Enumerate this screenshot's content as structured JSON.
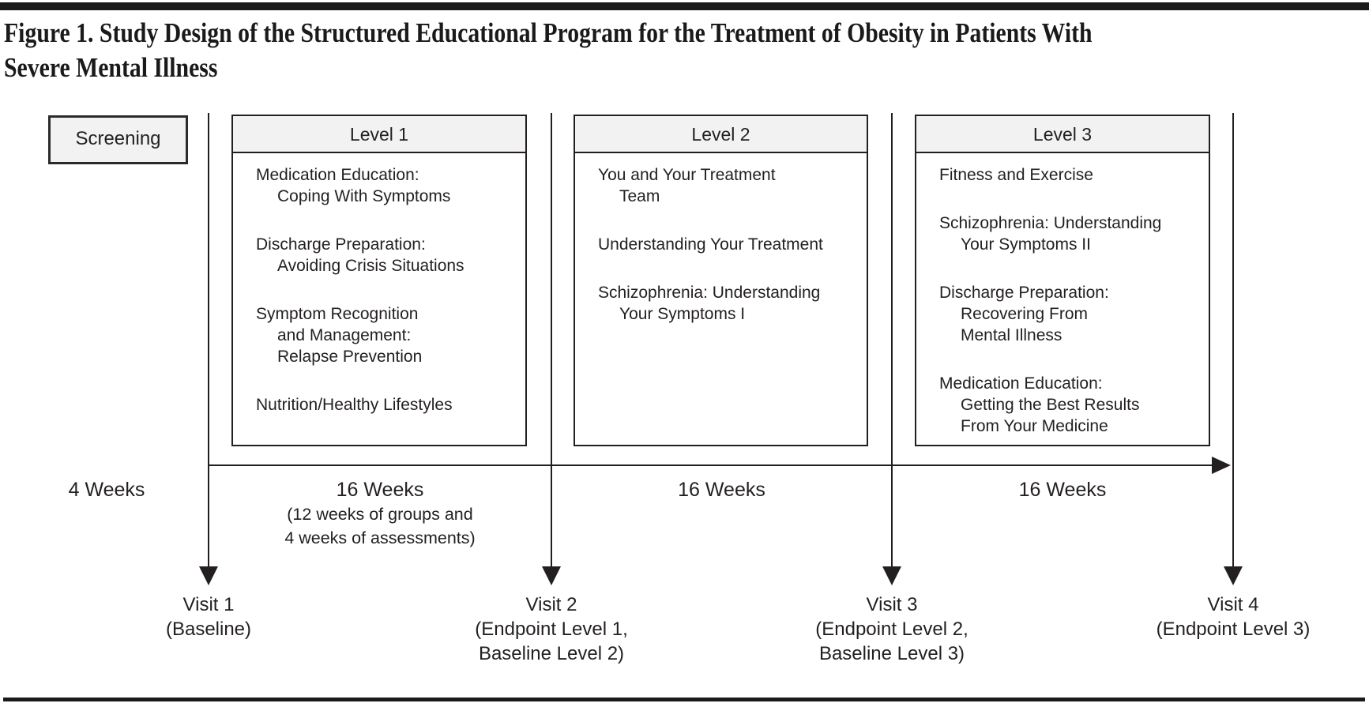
{
  "figure": {
    "title_line1": "Figure 1. Study Design of the Structured Educational Program for the Treatment of Obesity in Patients With",
    "title_line2": "Severe Mental Illness"
  },
  "screening": {
    "label": "Screening"
  },
  "levels": [
    {
      "title": "Level 1",
      "items": [
        [
          "Medication Education:",
          "Coping With Symptoms"
        ],
        [
          "Discharge Preparation:",
          "Avoiding Crisis Situations"
        ],
        [
          "Symptom Recognition",
          "and Management:",
          "Relapse Prevention"
        ],
        [
          "Nutrition/Healthy Lifestyles"
        ]
      ]
    },
    {
      "title": "Level 2",
      "items": [
        [
          "You and Your Treatment",
          "Team"
        ],
        [
          "Understanding Your Treatment"
        ],
        [
          "Schizophrenia: Understanding",
          "Your Symptoms I"
        ]
      ]
    },
    {
      "title": "Level 3",
      "items": [
        [
          "Fitness and Exercise"
        ],
        [
          "Schizophrenia: Understanding",
          "Your Symptoms II"
        ],
        [
          "Discharge Preparation:",
          "Recovering From",
          "Mental Illness"
        ],
        [
          "Medication Education:",
          "Getting the Best Results",
          "From Your Medicine"
        ]
      ]
    }
  ],
  "timeline": {
    "screening_duration": "4 Weeks",
    "segments": [
      {
        "duration": "16 Weeks",
        "note_line1": "(12 weeks of groups and",
        "note_line2": "4 weeks of assessments)"
      },
      {
        "duration": "16 Weeks"
      },
      {
        "duration": "16 Weeks"
      }
    ]
  },
  "visits": [
    {
      "title": "Visit 1",
      "subtitle_lines": [
        "(Baseline)"
      ]
    },
    {
      "title": "Visit 2",
      "subtitle_lines": [
        "(Endpoint Level 1,",
        "Baseline Level 2)"
      ]
    },
    {
      "title": "Visit 3",
      "subtitle_lines": [
        "(Endpoint Level 2,",
        "Baseline Level 3)"
      ]
    },
    {
      "title": "Visit 4",
      "subtitle_lines": [
        "(Endpoint Level 3)"
      ]
    }
  ],
  "colors": {
    "ink": "#231f20",
    "panel_fill": "#f2f2f2",
    "background": "#ffffff",
    "rule": "#1a1a1a"
  }
}
